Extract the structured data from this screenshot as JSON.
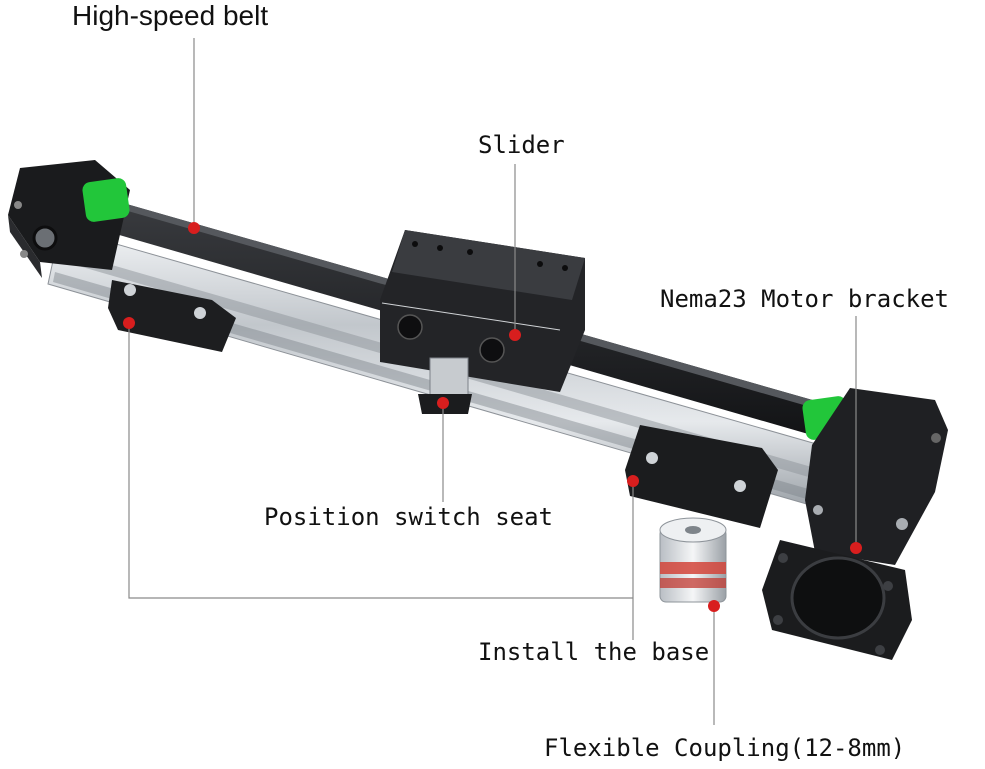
{
  "labels": {
    "high_speed_belt": "High-speed belt",
    "slider": "Slider",
    "motor_bracket": "Nema23 Motor bracket",
    "position_switch_seat": "Position switch seat",
    "install_base": "Install the base",
    "flexible_coupling": "Flexible Coupling(12-8mm)"
  },
  "colors": {
    "background": "#ffffff",
    "marker": "#d81e1e",
    "leader_line": "#8a8a8a",
    "belt_cap": "#22c63a",
    "aluminum": "#c9cdd2",
    "anodized_black": "#1b1c1e",
    "coupling_red": "#d2443a"
  }
}
